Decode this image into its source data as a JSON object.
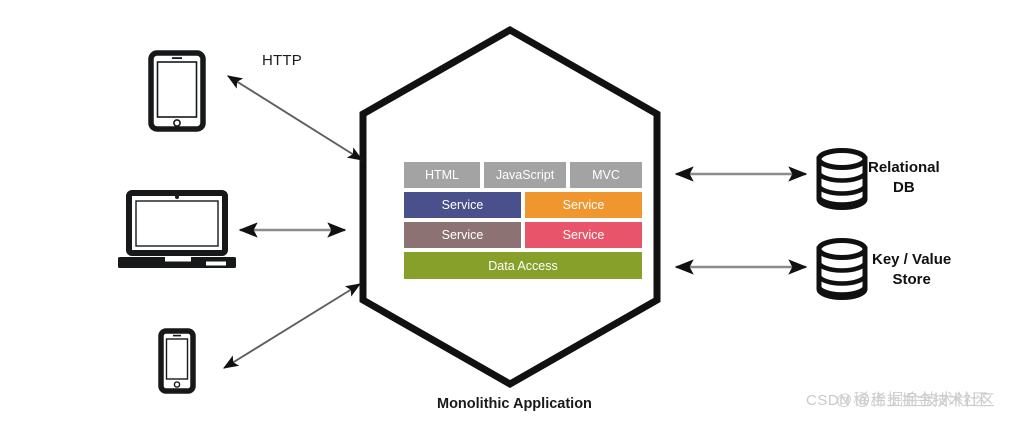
{
  "diagram": {
    "title_caption": "Monolithic Application",
    "protocol_label": "HTTP",
    "hexagon": {
      "name": "monolith-hexagon",
      "stroke_color": "#111111"
    },
    "layers": [
      {
        "row": "presentation",
        "blocks": [
          {
            "label": "HTML",
            "color": "#a3a3a3"
          },
          {
            "label": "JavaScript",
            "color": "#a3a3a3"
          },
          {
            "label": "MVC",
            "color": "#a3a3a3"
          }
        ]
      },
      {
        "row": "services-upper",
        "blocks": [
          {
            "label": "Service",
            "color": "#49508c"
          },
          {
            "label": "Service",
            "color": "#f0962e"
          }
        ]
      },
      {
        "row": "services-lower",
        "blocks": [
          {
            "label": "Service",
            "color": "#8c7272"
          },
          {
            "label": "Service",
            "color": "#e8556b"
          }
        ]
      },
      {
        "row": "data-access",
        "blocks": [
          {
            "label": "Data Access",
            "color": "#87a02a"
          }
        ]
      }
    ],
    "clients": [
      {
        "icon": "tablet-icon",
        "name": "client-tablet"
      },
      {
        "icon": "laptop-icon",
        "name": "client-laptop"
      },
      {
        "icon": "smartphone-icon",
        "name": "client-phone"
      }
    ],
    "datastores": [
      {
        "icon": "database-cylinder-icon",
        "label": "Relational\nDB",
        "line1": "Relational",
        "line2": "DB"
      },
      {
        "icon": "database-cylinder-icon",
        "label": "Key / Value\nStore",
        "line1": "Key / Value",
        "line2": "Store"
      }
    ],
    "connectors": [
      {
        "name": "connector-tablet-to-app",
        "style": "double-headed",
        "orientation": "diagonal-down-right"
      },
      {
        "name": "connector-laptop-to-app",
        "style": "double-headed",
        "orientation": "horizontal"
      },
      {
        "name": "connector-phone-to-app",
        "style": "double-headed",
        "orientation": "diagonal-up-right"
      },
      {
        "name": "connector-app-to-relational-db",
        "style": "double-headed",
        "orientation": "horizontal"
      },
      {
        "name": "connector-app-to-keyvalue-store",
        "style": "double-headed",
        "orientation": "horizontal"
      }
    ],
    "watermark": {
      "primary": "CSDN @稀土掘金技术社区",
      "secondary": "@稀土掘金技术社区"
    },
    "colors": {
      "background": "#ffffff",
      "outline": "#111111",
      "arrow_shaft": "#8c8c8c",
      "arrow_head": "#111111",
      "text": "#1a1a1a"
    }
  }
}
